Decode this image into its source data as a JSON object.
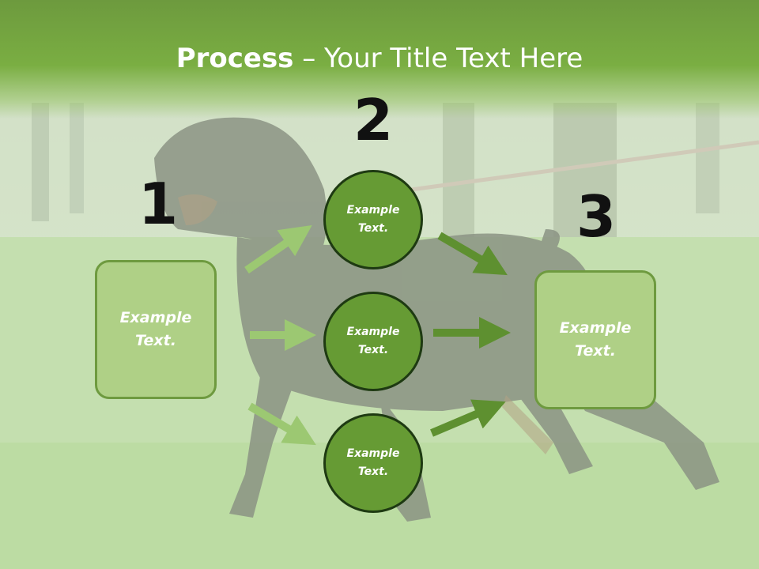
{
  "title": {
    "bold": "Process",
    "rest": " – Your Title Text Here"
  },
  "steps": [
    {
      "number": "1",
      "label": "Example Text."
    },
    {
      "number": "2",
      "label": "Example Text."
    },
    {
      "number": "3",
      "label": "Example Text."
    }
  ],
  "circles": [
    {
      "label": "Example Text."
    },
    {
      "label": "Example Text."
    },
    {
      "label": "Example Text."
    }
  ],
  "colors": {
    "title_bar": "#7aae42",
    "box_fill": "#afd086",
    "circle_fill": "#669b34",
    "arrow_light": "#9cc872",
    "arrow_dark": "#5e9030"
  }
}
